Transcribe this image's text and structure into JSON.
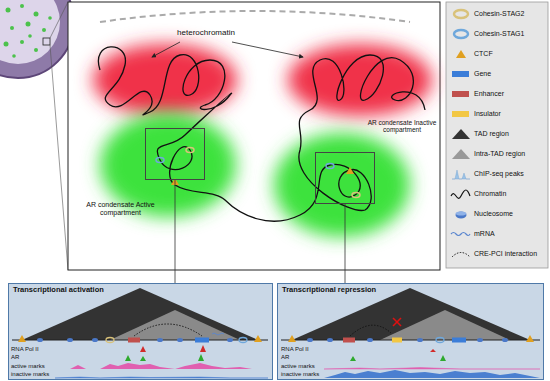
{
  "diagram": {
    "nodes": [
      {
        "text": [
          "AR condensate Active compartment"
        ]
      },
      {
        "text": [
          "AR condensate Inactive compartment"
        ]
      },
      {
        "text": [
          "Transcriptional activation"
        ]
      },
      {
        "text": [
          "Transcriptional repression"
        ]
      }
    ],
    "edges": [
      {
        "from": 0,
        "to": 2,
        "arrow": "none"
      },
      {
        "from": 1,
        "to": 3,
        "arrow": "none"
      }
    ],
    "labels": [
      "heterochromatin",
      "RNA Pol II",
      "AR",
      "active marks",
      "inactive marks",
      "RNA Pol II",
      "AR",
      "active marks",
      "inactive marks"
    ],
    "legend": [
      {
        "text": "Cohesin-STAG2"
      },
      {
        "text": "Cohesin-STAG1"
      },
      {
        "text": "CTCF"
      },
      {
        "text": "Gene",
        "color": "#3b7dd8"
      },
      {
        "text": "Enhancer",
        "color": "#c0504d"
      },
      {
        "text": "Insulator",
        "color": "#f2c744"
      },
      {
        "text": "TAD region"
      },
      {
        "text": "Intra-TAD region"
      },
      {
        "text": "ChIP-seq peaks"
      },
      {
        "text": "Chromatin"
      },
      {
        "text": "Nucleosome"
      },
      {
        "text": "mRNA"
      },
      {
        "text": "CRE-PCI interaction"
      }
    ]
  }
}
